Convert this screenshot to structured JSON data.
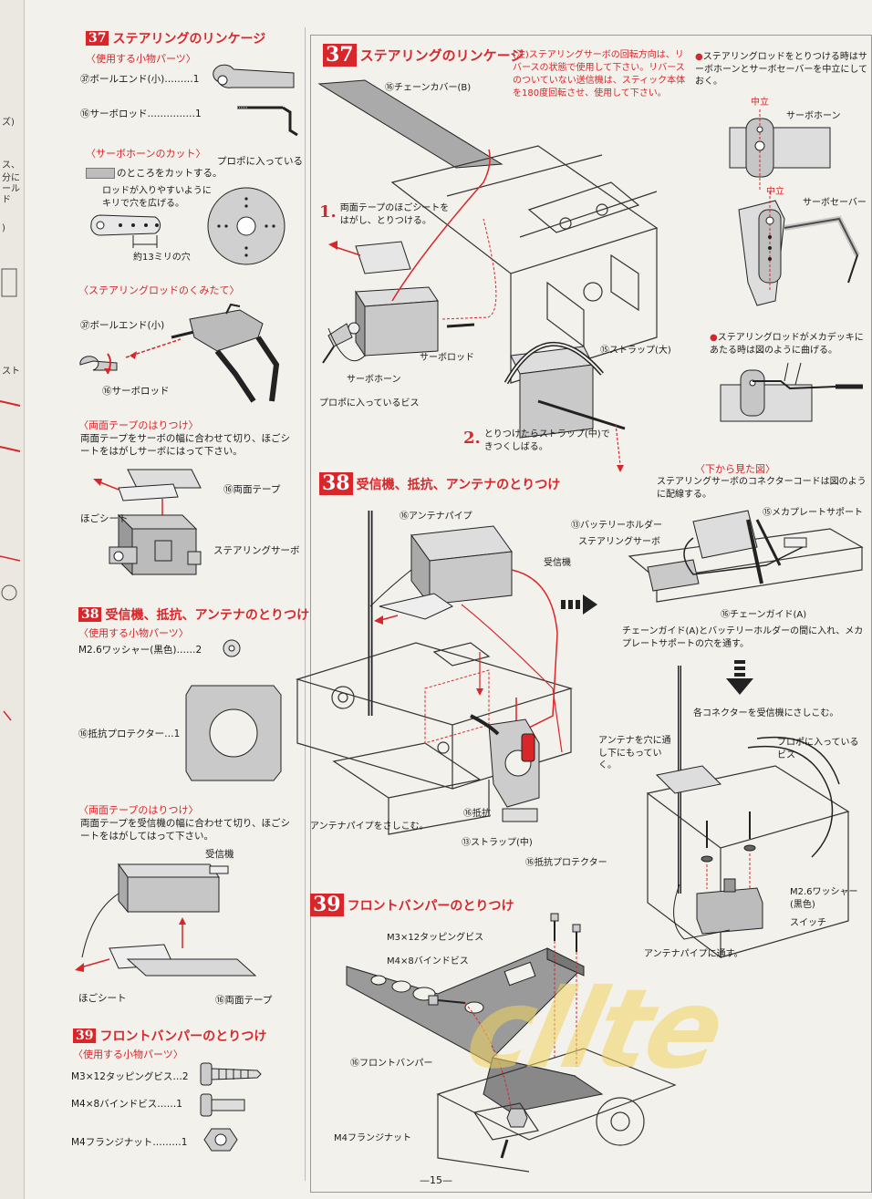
{
  "left_strip": [
    "ズ)",
    "ス、",
    "分に",
    "ール",
    "ド",
    ")",
    "スト"
  ],
  "left": {
    "s37": {
      "num": "37",
      "title": "ステアリングのリンケージ",
      "parts_heading": "〈使用する小物パーツ〉",
      "parts": [
        "㊲ボールエンド(小)………1",
        "⑯サーボロッド……………1"
      ],
      "horn_heading": "〈サーボホーンのカット〉",
      "horn_note1": "プロポに入っている",
      "horn_note2": "のところをカットする。",
      "horn_note3": "ロッドが入りやすいように キリで穴を広げる。",
      "horn_note4": "約13ミリの穴",
      "rod_heading": "〈ステアリングロッドのくみたて〉",
      "rod_label1": "㊲ボールエンド(小)",
      "rod_label2": "⑯サーボロッド",
      "tape_heading": "〈両面テープのはりつけ〉",
      "tape_text": "両面テープをサーボの幅に合わせて切り、ほごシートをはがしサーボにはって下さい。",
      "tape_label1": "⑯両面テープ",
      "tape_label2": "ほごシート",
      "tape_label3": "ステアリングサーボ"
    },
    "s38": {
      "num": "38",
      "title": "受信機、抵抗、アンテナのとりつけ",
      "parts_heading": "〈使用する小物パーツ〉",
      "part1": "M2.6ワッシャー(黒色)……2",
      "part2": "⑯抵抗プロテクター…1",
      "tape_heading": "〈両面テープのはりつけ〉",
      "tape_text": "両面テープを受信機の幅に合わせて切り、ほごシートをはがしてはって下さい。",
      "label_receiver": "受信機",
      "label_sheet": "ほごシート",
      "label_tape": "⑯両面テープ"
    },
    "s39": {
      "num": "39",
      "title": "フロントバンパーのとりつけ",
      "parts_heading": "〈使用する小物パーツ〉",
      "parts": [
        "M3×12タッピングビス…2",
        "M4×8バインドビス……1",
        "M4フランジナット………1"
      ]
    }
  },
  "right": {
    "s37": {
      "num": "37",
      "title": "ステアリングのリンケージ",
      "note": "(注)ステアリングサーボの回転方向は、リバースの状態で使用して下さい。リバースのついていない送信機は、スティック本体を180度回転させ、使用して下さい。",
      "label_chain_cover": "⑯チェーンカバー(B)",
      "step1_num": "1.",
      "step1_text": "両面テープのほごシートをはがし、とりつける。",
      "label_servo_horn": "サーボホーン",
      "label_propo_screw": "プロポに入っているビス",
      "label_servo_rod": "サーボロッド",
      "label_strap_large": "⑮ストラップ(大)",
      "step2_num": "2.",
      "step2_text": "とりつけたらストラップ(中)できつくしばる。",
      "side_note1": "ステアリングロッドをとりつける時はサーボホーンとサーボセーバーを中立にしておく。",
      "label_neutral1": "中立",
      "label_horn": "サーボホーン",
      "label_neutral2": "中立",
      "label_saver": "サーボセーバー",
      "side_note2": "ステアリングロッドがメカデッキにあたる時は図のように曲げる。"
    },
    "s38": {
      "num": "38",
      "title": "受信機、抵抗、アンテナのとりつけ",
      "label_antenna_pipe": "⑯アンテナパイプ",
      "label_receiver": "受信機",
      "label_resistor": "⑯抵抗",
      "label_strap_mid": "⑬ストラップ(中)",
      "label_protector": "⑯抵抗プロテクター",
      "label_insert_pipe": "アンテナパイプをさしこむ。",
      "bottom_view_heading": "〈下から見た図〉",
      "bottom_view_text": "ステアリングサーボのコネクターコードは図のように配線する。",
      "label_battery_holder": "⑬バッテリーホルダー",
      "label_mecha_support": "⑮メカプレートサポート",
      "label_steering_servo": "ステアリングサーボ",
      "label_chain_guide": "⑯チェーンガイド(A)",
      "chain_text": "チェーンガイド(A)とバッテリーホルダーの間に入れ、メカプレートサポートの穴を通す。",
      "connector_text": "各コネクターを受信機にさしこむ。",
      "label_antenna_through": "アンテナを穴に通し下にもっていく。",
      "label_propo_screw": "プロポに入っているビス",
      "label_washer": "M2.6ワッシャー(黒色)",
      "label_switch": "スイッチ",
      "label_through_pipe": "アンテナパイプに通す。"
    },
    "s39": {
      "num": "39",
      "title": "フロントバンパーのとりつけ",
      "label_m3": "M3×12タッピングビス",
      "label_m4": "M4×8バインドビス",
      "label_bumper": "⑯フロントバンパー",
      "label_nut": "M4フランジナット"
    }
  },
  "footer": "—15—",
  "watermark": "cllte"
}
